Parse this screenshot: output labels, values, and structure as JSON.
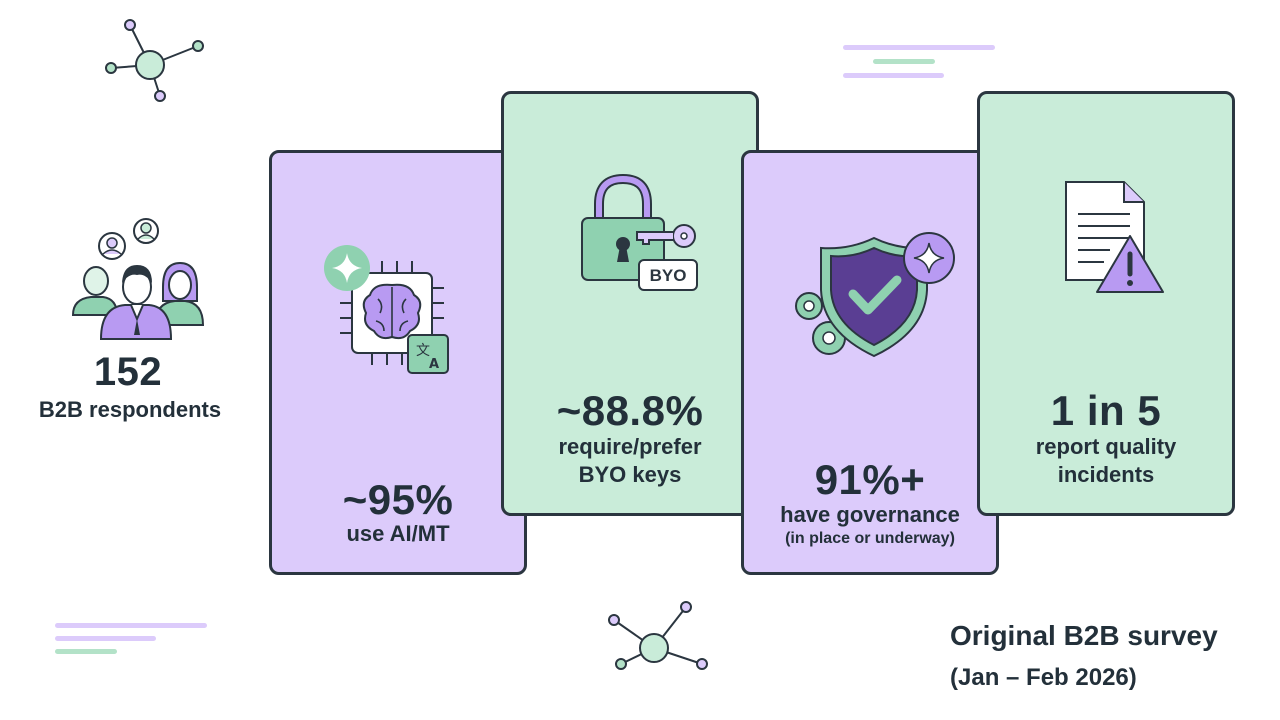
{
  "respondents": {
    "count": "152",
    "label": "B2B respondents"
  },
  "stats": [
    {
      "value": "~95%",
      "label": "use AI/MT",
      "icon": "ai-chip-translate-icon"
    },
    {
      "value": "~88.8%",
      "label_line1": "require/prefer",
      "label_line2": "BYO keys",
      "icon": "padlock-key-icon",
      "badge": "BYO"
    },
    {
      "value": "91%+",
      "label": "have governance",
      "sublabel": "(in place or underway)",
      "icon": "shield-check-icon"
    },
    {
      "value": "1 in 5",
      "label_line1": "report quality",
      "label_line2": "incidents",
      "icon": "document-warning-icon"
    }
  ],
  "source": {
    "title": "Original B2B survey",
    "dates": "(Jan – Feb 2026)"
  },
  "colors": {
    "purple": "#dccbfb",
    "green": "#c9ecd9",
    "dark": "#23303a",
    "accent_purple": "#b89af2",
    "accent_green": "#8fd1b0"
  }
}
